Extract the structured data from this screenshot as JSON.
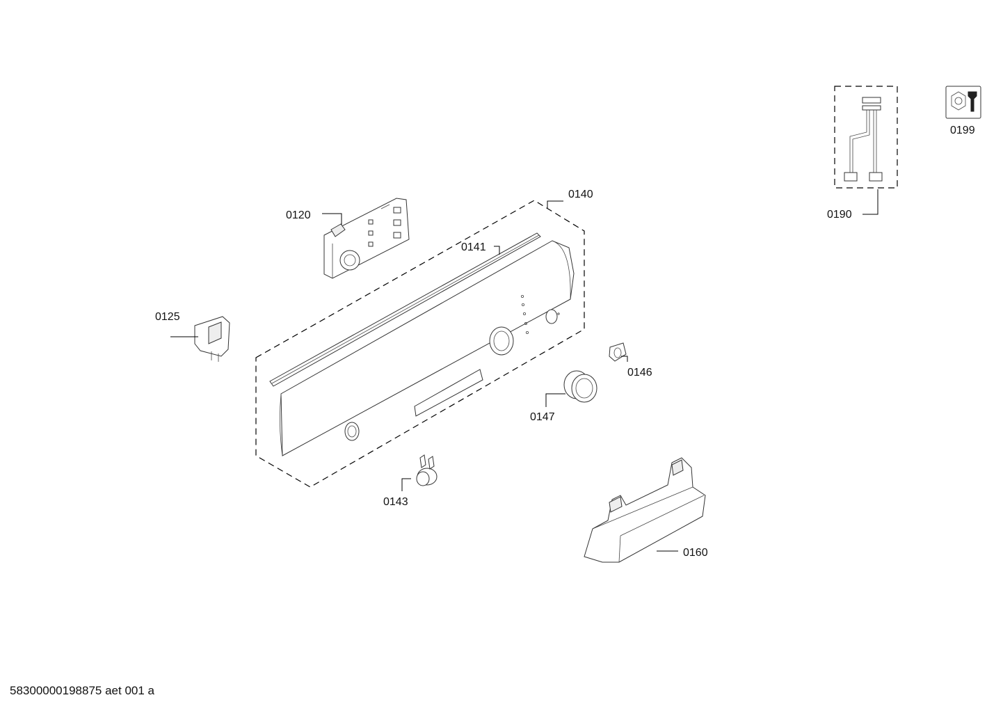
{
  "diagram": {
    "parts": [
      {
        "id": "p0120",
        "label": "0120"
      },
      {
        "id": "p0125",
        "label": "0125"
      },
      {
        "id": "p0140",
        "label": "0140"
      },
      {
        "id": "p0141",
        "label": "0141"
      },
      {
        "id": "p0143",
        "label": "0143"
      },
      {
        "id": "p0146",
        "label": "0146"
      },
      {
        "id": "p0147",
        "label": "0147"
      },
      {
        "id": "p0160",
        "label": "0160"
      },
      {
        "id": "p0190",
        "label": "0190"
      },
      {
        "id": "p0199",
        "label": "0199"
      }
    ],
    "service_icon": "wrench-nut-icon"
  },
  "footer": {
    "doc_code": "58300000198875 aet 001 a"
  }
}
